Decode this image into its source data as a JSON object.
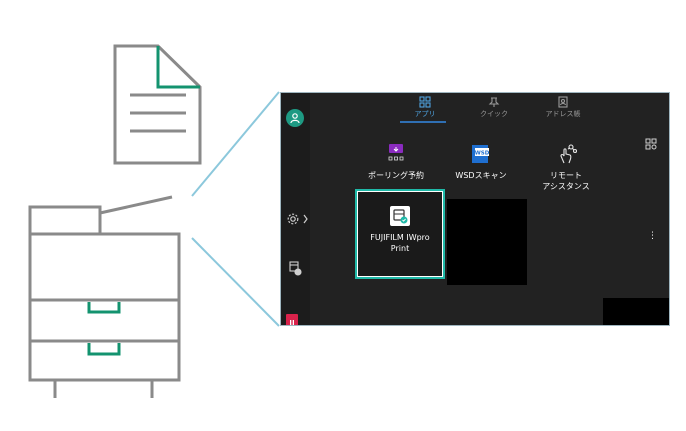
{
  "tabs": [
    {
      "label": "アプリ",
      "icon": "apps-grid-icon",
      "active": true
    },
    {
      "label": "クイック",
      "icon": "pin-icon",
      "active": false
    },
    {
      "label": "アドレス帳",
      "icon": "address-book-icon",
      "active": false
    }
  ],
  "apps": [
    {
      "label": "ポーリング予約",
      "icon": "polling-icon"
    },
    {
      "label": "WSDスキャン",
      "icon": "wsd-scan-icon",
      "badge": "WSD"
    },
    {
      "label": "リモート\nアシスタンス",
      "icon": "remote-assistance-icon"
    },
    {
      "label": "FUJIFILM IWpro\nPrint",
      "icon": "iwpro-print-icon",
      "selected": true
    }
  ],
  "side": {
    "avatar": "user-avatar-icon",
    "settings": "settings-icon",
    "printer_info": "printer-info-icon",
    "status": "red-status-indicator"
  },
  "more": "⋮",
  "colors": {
    "accent": "#1e9a83",
    "selection": "#1fb9a8",
    "tab_active": "#4fa3e0",
    "alert": "#d9224b",
    "outline": "#8a8a8a",
    "tray_handle": "#13936f"
  }
}
